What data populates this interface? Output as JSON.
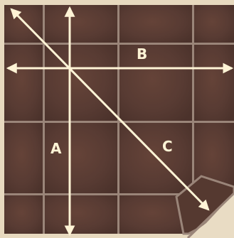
{
  "diagram": {
    "labels": {
      "a": "A",
      "b": "B",
      "c": "C"
    },
    "colors": {
      "tile": "#5e3f35",
      "grout": "#9a8579",
      "stone": "#e7d9bf",
      "arrow": "#fff4d6"
    }
  }
}
